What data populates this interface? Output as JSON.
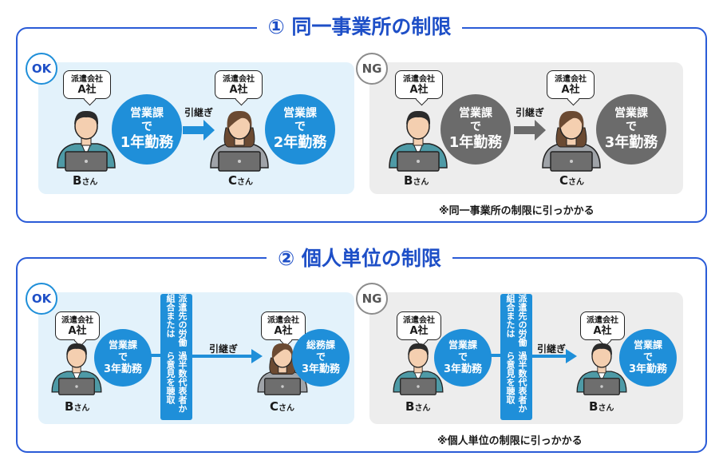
{
  "section1": {
    "title": "① 同一事業所の制限",
    "ok_badge": "OK",
    "ng_badge": "NG",
    "company_small": "派遣会社",
    "company_big": "A社",
    "dept": "営業課",
    "de": "で",
    "ok_left_duration": "1年勤務",
    "ok_right_duration": "2年勤務",
    "ng_left_duration": "1年勤務",
    "ng_right_duration": "3年勤務",
    "handover": "引継ぎ",
    "person_b": "B",
    "person_c": "C",
    "san": "さん",
    "note": "※同一事業所の制限に引っかかる"
  },
  "section2": {
    "title": "② 個人単位の制限",
    "ok_badge": "OK",
    "ng_badge": "NG",
    "company_small": "派遣会社",
    "company_big": "A社",
    "de": "で",
    "dept_sales": "営業課",
    "dept_general": "総務課",
    "duration": "3年勤務",
    "handover": "引継ぎ",
    "union_text_1": "派遣先の労働組合または",
    "union_text_2": "過半数代表者から意見を聴取",
    "person_b": "B",
    "person_c": "C",
    "san": "さん",
    "note": "※個人単位の制限に引っかかる"
  },
  "colors": {
    "accent": "#1e4fc7",
    "blue": "#1f8fd9",
    "gray": "#6b6b6b",
    "ok_panel": "#e3f2fb",
    "ng_panel": "#ededed"
  }
}
